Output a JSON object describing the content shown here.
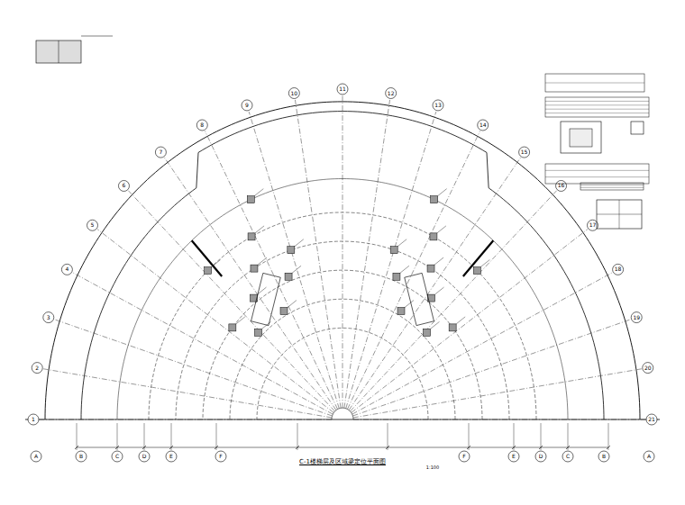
{
  "diagram": {
    "caption": "C-1楼梯层及区域梁定位平面图",
    "labels": [
      "1",
      "2",
      "3",
      "4",
      "5",
      "6",
      "7",
      "8",
      "9",
      "10",
      "11",
      "12",
      "13",
      "14",
      "15",
      "16",
      "17",
      "18",
      "19",
      "20",
      "21",
      "A",
      "B",
      "C",
      "D",
      "E",
      "F",
      "F",
      "E",
      "D",
      "C",
      "B",
      "A",
      "1:100"
    ]
  }
}
